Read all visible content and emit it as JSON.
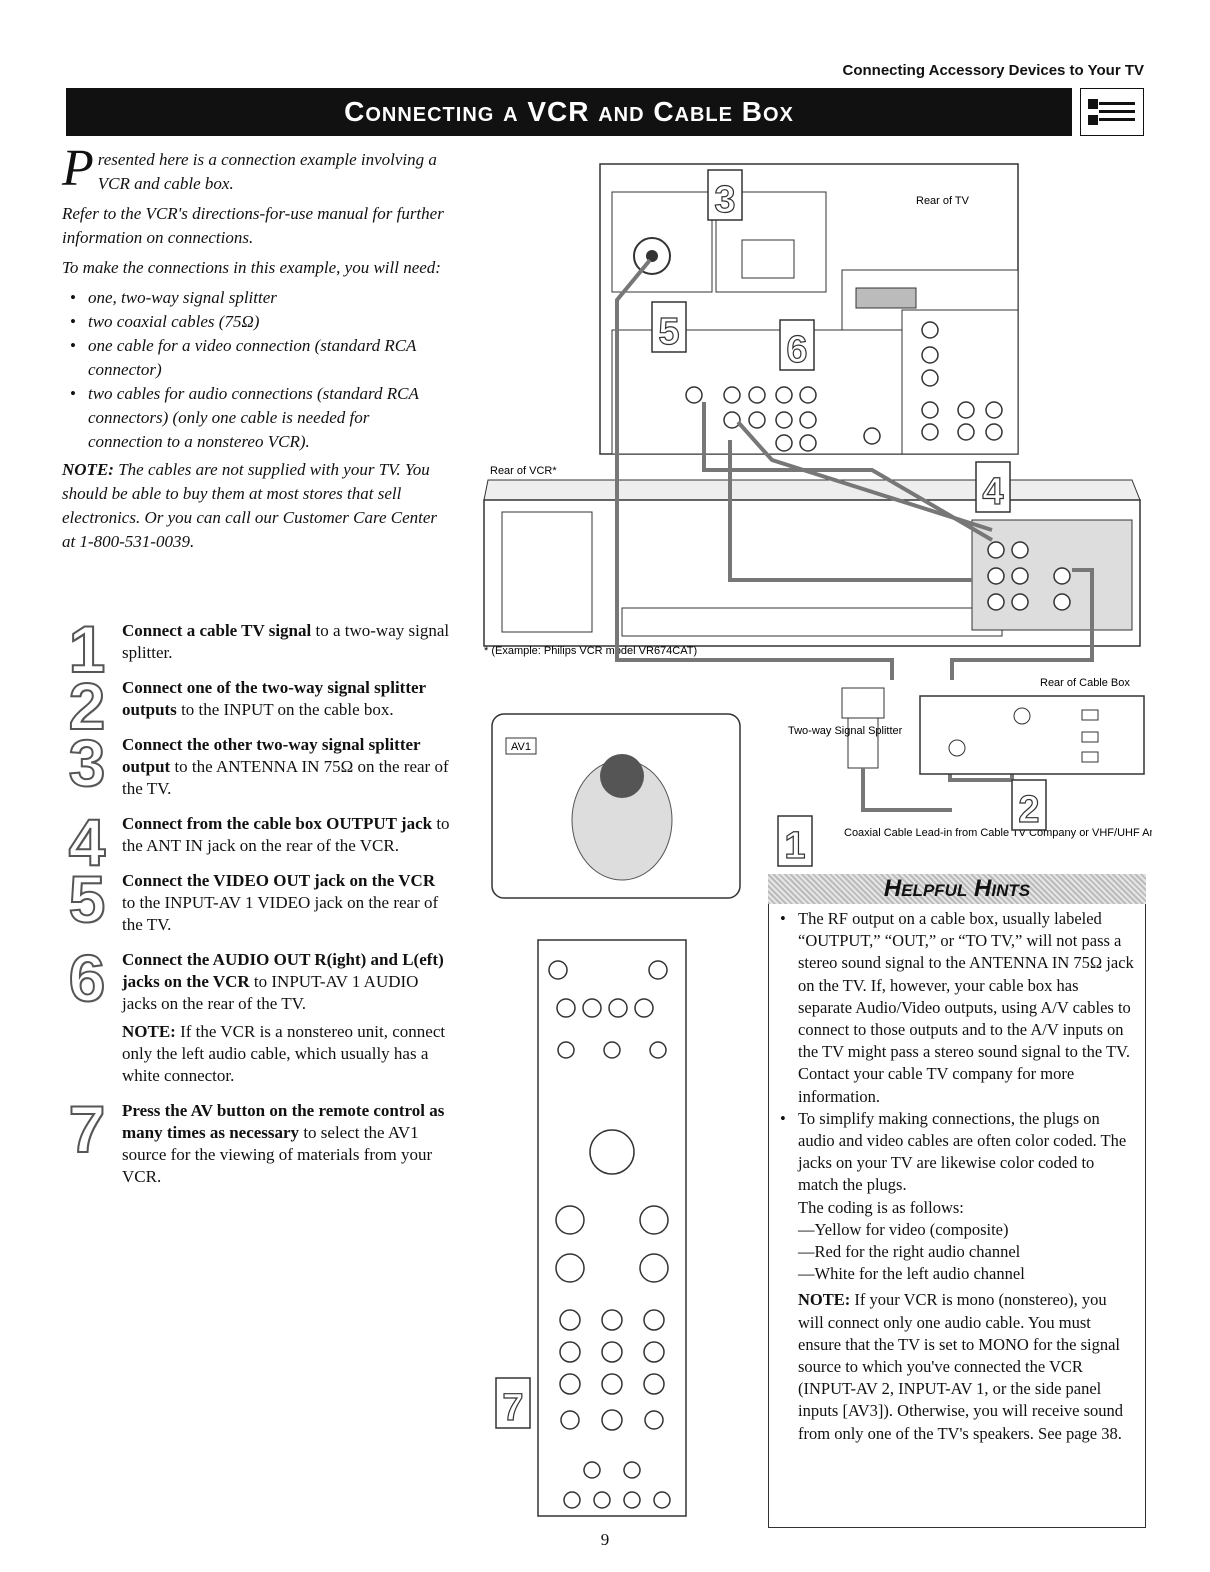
{
  "header": {
    "section": "Connecting Accessory Devices to Your TV",
    "title": "Connecting a VCR and Cable Box"
  },
  "intro": {
    "dropcap": "P",
    "p1_rest": "resented here is a connection example involving a VCR and cable box.",
    "p2": "Refer to the VCR's directions-for-use manual for further information on connections.",
    "p3": "To make the connections in this example, you will need:",
    "items": [
      "one, two-way signal splitter",
      "two coaxial cables (75Ω)",
      "one cable for a video connection (standard RCA connector)",
      "two cables for audio connections (standard RCA connectors) (only one cable is needed for connection to a nonstereo VCR)."
    ],
    "note_label": "NOTE:",
    "note_text": " The cables are not supplied with your TV. You should be able to buy them at most stores that sell electronics. Or you can call our Customer Care Center at 1-800-531-0039."
  },
  "steps": [
    {
      "num": "1",
      "bold": "Connect a cable TV signal",
      "rest": " to a two-way signal splitter."
    },
    {
      "num": "2",
      "bold": "Connect one of the two-way signal splitter outputs",
      "rest": " to the INPUT on the cable box."
    },
    {
      "num": "3",
      "bold": "Connect the other two-way signal splitter output",
      "rest": " to the ANTENNA IN 75Ω on the rear of the TV."
    },
    {
      "num": "4",
      "bold": "Connect from the cable box OUTPUT jack",
      "rest": " to the ANT IN jack on the rear of the VCR."
    },
    {
      "num": "5",
      "bold": "Connect the VIDEO OUT jack on the VCR",
      "rest": " to the INPUT-AV 1 VIDEO jack on the rear of the TV."
    },
    {
      "num": "6",
      "bold": "Connect the AUDIO OUT R(ight) and L(eft) jacks on the VCR",
      "rest": " to INPUT-AV 1 AUDIO jacks on the rear of the TV."
    },
    {
      "num": "7",
      "bold": "Press the AV button on the remote control as many times as necessary",
      "rest": " to select the AV1 source for the viewing of materials from your VCR."
    }
  ],
  "step6_note": {
    "label": "NOTE:",
    "text": " If the VCR is a nonstereo unit, connect only the left audio cable, which usually has a white connector."
  },
  "diagram": {
    "rear_tv": "Rear of TV",
    "rear_vcr": "Rear of VCR*",
    "rear_cable_box": "Rear of Cable Box",
    "example_note": "* (Example: Philips VCR model VR674CAT)",
    "splitter": "Two-way Signal Splitter",
    "coax_lead": "Coaxial Cable Lead-in from Cable TV Company or VHF/UHF Antenna",
    "av1": "AV1",
    "callouts": [
      "3",
      "5",
      "6",
      "4",
      "2",
      "1",
      "7"
    ]
  },
  "hints": {
    "title": "Helpful Hints",
    "b1": "The RF output on a cable box, usually labeled “OUTPUT,” “OUT,” or “TO TV,” will not pass a stereo sound signal to the ANTENNA IN 75Ω jack on the TV. If, however, your cable box has separate Audio/Video outputs, using A/V cables to connect to those outputs and to the A/V inputs on the TV might pass a stereo sound signal to the TV. Contact your cable TV company for more information.",
    "b2": "To simplify making connections, the plugs on audio and video cables are often color coded. The jacks on your TV are likewise color coded to match the plugs.",
    "coding": "The coding is as follows:",
    "c1": "—Yellow for video (composite)",
    "c2": "—Red for the right audio channel",
    "c3": "—White for the left audio channel",
    "note_label": "NOTE:",
    "note_text": " If your VCR is mono (nonstereo), you will connect only one audio cable. You must ensure that the TV is set to MONO for the signal source to which you've connected the VCR (INPUT-AV 2, INPUT-AV 1, or the side panel inputs [AV3]). Otherwise, you will receive sound from only one of the TV's speakers. See page 38."
  },
  "page_number": "9"
}
